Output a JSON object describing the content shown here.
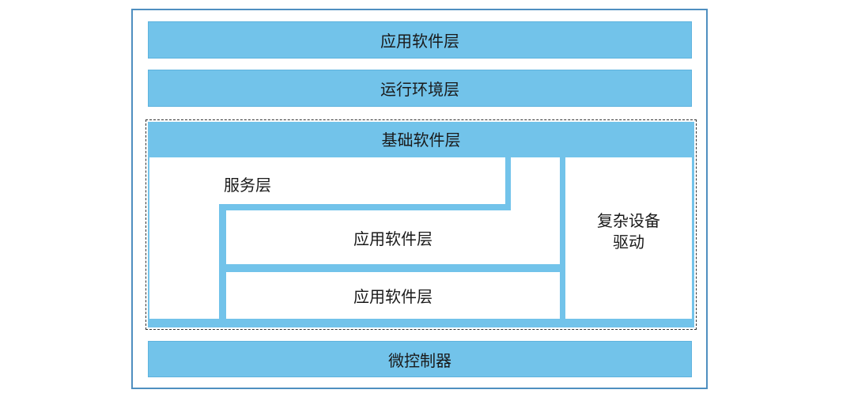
{
  "diagram": {
    "top_layer": "应用软件层",
    "runtime_layer": "运行环境层",
    "base_layer_title": "基础软件层",
    "service_layer": "服务层",
    "inner_app_layer_1": "应用软件层",
    "inner_app_layer_2": "应用软件层",
    "complex_driver_line1": "复杂设备",
    "complex_driver_line2": "驱动",
    "microcontroller": "微控制器"
  },
  "colors": {
    "band_fill": "#72c3ea",
    "frame_border": "#4f8fc0",
    "dashed_border": "#333333"
  }
}
